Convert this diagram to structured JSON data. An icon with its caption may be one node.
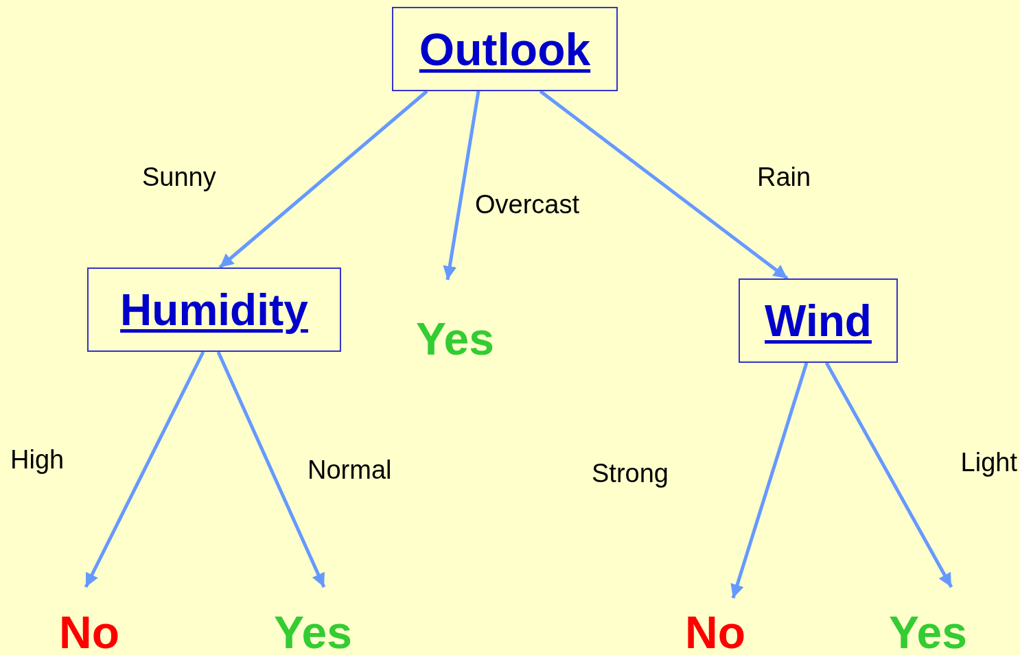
{
  "diagram": {
    "nodes": [
      {
        "text": [
          "Outlook"
        ]
      },
      {
        "text": [
          "Humidity"
        ]
      },
      {
        "text": [
          "Yes"
        ]
      },
      {
        "text": [
          "Wind"
        ]
      },
      {
        "text": [
          "No"
        ]
      },
      {
        "text": [
          "Yes"
        ]
      },
      {
        "text": [
          "No"
        ]
      },
      {
        "text": [
          "Yes"
        ]
      }
    ],
    "edges": [
      {
        "from": 0,
        "to": 1,
        "arrow": "to",
        "label": "Sunny"
      },
      {
        "from": 0,
        "to": 2,
        "arrow": "to",
        "label": "Overcast"
      },
      {
        "from": 0,
        "to": 3,
        "arrow": "to",
        "label": "Rain"
      },
      {
        "from": 1,
        "to": 4,
        "arrow": "to",
        "label": "High"
      },
      {
        "from": 1,
        "to": 5,
        "arrow": "to",
        "label": "Normal"
      },
      {
        "from": 3,
        "to": 6,
        "arrow": "to",
        "label": "Strong"
      },
      {
        "from": 3,
        "to": 7,
        "arrow": "to",
        "label": "Light"
      }
    ]
  }
}
